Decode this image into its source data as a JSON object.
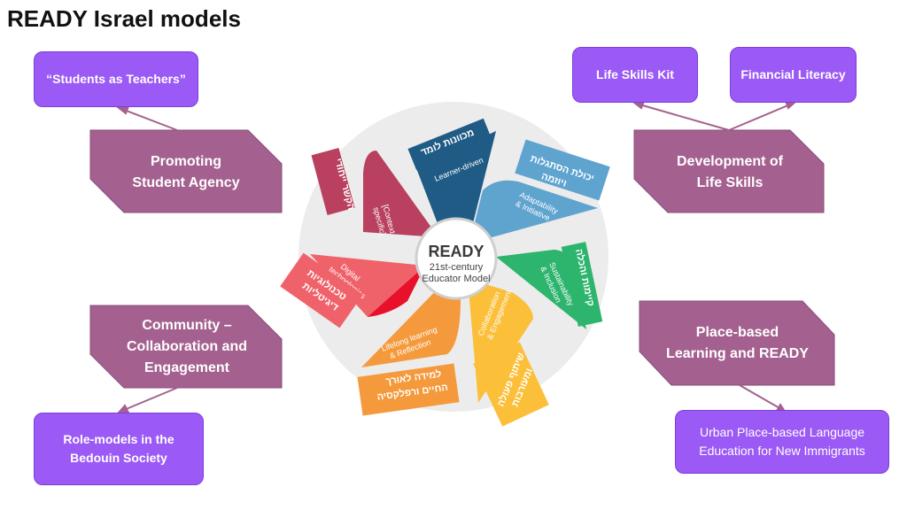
{
  "title": "READY Israel models",
  "center": {
    "heading": "READY",
    "subline1": "21st-century",
    "subline2": "Educator Model"
  },
  "petals": [
    {
      "name": "petal-learner-driven",
      "color": "#1f5b85",
      "en": "Learner-driven",
      "he": "מכוונות לומד"
    },
    {
      "name": "petal-adaptability",
      "color": "#5fa3cf",
      "en1": "Adaptability",
      "en2": "& Initiative",
      "he1": "יכולת הסתגלות",
      "he2": "ויוזמה"
    },
    {
      "name": "petal-sustainability",
      "color": "#2db46d",
      "en1": "Sustainability",
      "en2": "& Inclusion",
      "he": "קיימות והכלה"
    },
    {
      "name": "petal-collaboration",
      "color": "#fbbf3a",
      "en1": "Collaboration",
      "en2": "& Engagement",
      "he1": "שיתוף פעולה",
      "he2": "ומעורבות"
    },
    {
      "name": "petal-lifelong",
      "color": "#f59a3c",
      "en1": "Lifelong learning",
      "en2": "& Reflection",
      "he1": "למידה לאורך",
      "he2": "החיים ורפלקסיה"
    },
    {
      "name": "petal-digital",
      "color": "#f0626a",
      "en1": "Digital",
      "en2": "technologies",
      "he1": "טכנולוגיות",
      "he2": "דיגיטליות"
    },
    {
      "name": "petal-context",
      "color": "#b9405f",
      "en1": "[Context",
      "en2": "specific]",
      "he": "הקשר ייחודי"
    }
  ],
  "hexes": {
    "agency": {
      "line1": "Promoting",
      "line2": "Student Agency"
    },
    "lifeskills": {
      "line1": "Development of",
      "line2": "Life Skills"
    },
    "community": {
      "line1": "Community –",
      "line2": "Collaboration and",
      "line3": "Engagement"
    },
    "placebased": {
      "line1": "Place-based",
      "line2": "Learning and READY"
    }
  },
  "boxes": {
    "students_teachers": "“Students as Teachers”",
    "life_skills_kit": "Life Skills Kit",
    "financial_literacy": "Financial Literacy",
    "role_models_1": "Role-models in the",
    "role_models_2": "Bedouin Society",
    "urban_1": "Urban Place-based Language",
    "urban_2": "Education for New Immigrants"
  },
  "colors": {
    "hex": "#a4618f",
    "box": "#9b59f5",
    "connector": "#a4618f",
    "backdrop": "#ececec"
  }
}
